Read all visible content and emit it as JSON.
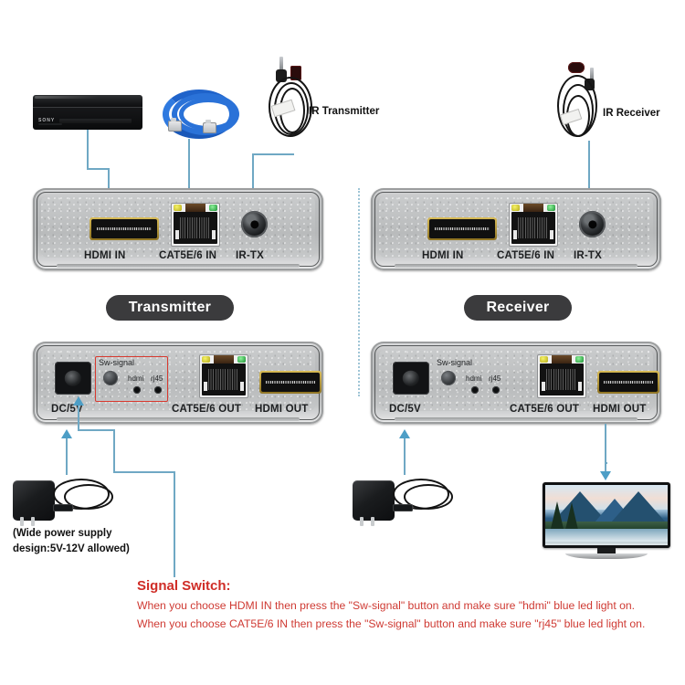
{
  "diagram": {
    "title": "HDMI Extender over CAT5E/6 connection diagram",
    "accent_color": "#4d9ec6",
    "warning_color": "#cf2c26",
    "badge_color": "#3b3b3d"
  },
  "badges": {
    "transmitter": "Transmitter",
    "receiver": "Receiver"
  },
  "accessories": {
    "ir_transmitter_label": "IR Transmitter",
    "ir_receiver_label": "IR Receiver",
    "power_note_line1": "(Wide power supply",
    "power_note_line2": "design:5V-12V allowed)"
  },
  "transmitter_front": {
    "ports": [
      {
        "label": "HDMI IN",
        "type": "hdmi"
      },
      {
        "label": "CAT5E/6 IN",
        "type": "rj45"
      },
      {
        "label": "IR-TX",
        "type": "jack"
      }
    ]
  },
  "receiver_front": {
    "ports": [
      {
        "label": "HDMI IN",
        "type": "hdmi"
      },
      {
        "label": "CAT5E/6 IN",
        "type": "rj45"
      },
      {
        "label": "IR-TX",
        "type": "jack"
      }
    ]
  },
  "transmitter_back": {
    "ports": [
      {
        "label": "DC/5V",
        "type": "dc-jack"
      },
      {
        "label": "CAT5E/6 OUT",
        "type": "rj45"
      },
      {
        "label": "HDMI OUT",
        "type": "hdmi"
      }
    ],
    "switch_label": "Sw-signal",
    "led_hdmi": "hdmi",
    "led_rj45": "rj45",
    "highlight": true
  },
  "receiver_back": {
    "ports": [
      {
        "label": "DC/5V",
        "type": "dc-jack"
      },
      {
        "label": "CAT5E/6 OUT",
        "type": "rj45"
      },
      {
        "label": "HDMI OUT",
        "type": "hdmi"
      }
    ],
    "switch_label": "Sw-signal",
    "led_hdmi": "hdmi",
    "led_rj45": "rj45",
    "highlight": false
  },
  "signal_switch": {
    "title": "Signal Switch:",
    "line1": "When you choose HDMI IN then press the \"Sw-signal\" button and make sure \"hdmi\" blue led light on.",
    "line2": "When you choose CAT5E/6 IN then press the \"Sw-signal\" button and make sure \"rj45\" blue led light on."
  }
}
